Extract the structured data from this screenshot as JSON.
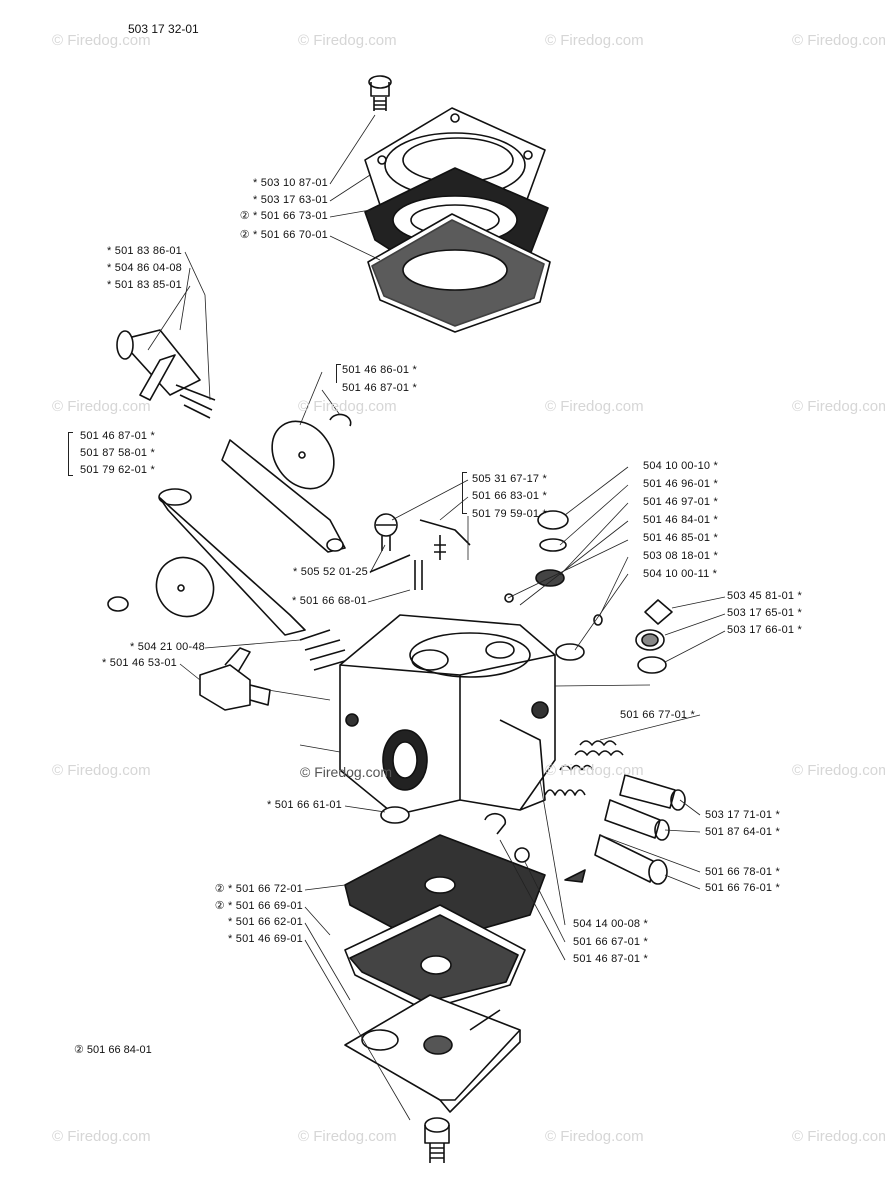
{
  "title": "503 17 32-01",
  "watermark": "© Firedog.com",
  "mid_watermark": "© Firedog.com",
  "footnote": "② 501 66 84-01",
  "labels_left": [
    "* 503 10 87-01",
    "* 503 17 63-01",
    "② * 501 66 73-01",
    "② * 501 66 70-01",
    "* 501 83 86-01",
    "* 504 86 04-08",
    "* 501 83 85-01",
    "* 505 52 01-25",
    "* 501 66 68-01",
    "* 504 21 00-48",
    "* 501 46 53-01",
    "* 501 66 61-01",
    "② * 501 66 72-01",
    "② * 501 66 69-01",
    "* 501 66 62-01",
    "* 501 46 69-01"
  ],
  "labels_bracket": [
    "501 46 87-01 *",
    "501 87 58-01 *",
    "501 79 62-01 *"
  ],
  "labels_mid": [
    "501 46 86-01 *",
    "501 46 87-01 *",
    "505 31 67-17 *",
    "501 66 83-01 *",
    "501 79 59-01 *"
  ],
  "labels_right": [
    "504 10 00-10 *",
    "501 46 96-01 *",
    "501 46 97-01 *",
    "501 46 84-01 *",
    "501 46 85-01 *",
    "503 08 18-01 *",
    "504 10 00-11 *",
    "503 45 81-01 *",
    "503 17 65-01 *",
    "503 17 66-01 *",
    "501 66 77-01 *",
    "503 17 71-01 *",
    "501 87 64-01 *",
    "501 66 78-01 *",
    "501 66 76-01 *",
    "504 14 00-08 *",
    "501 66 67-01 *",
    "501 46 87-01 *"
  ]
}
